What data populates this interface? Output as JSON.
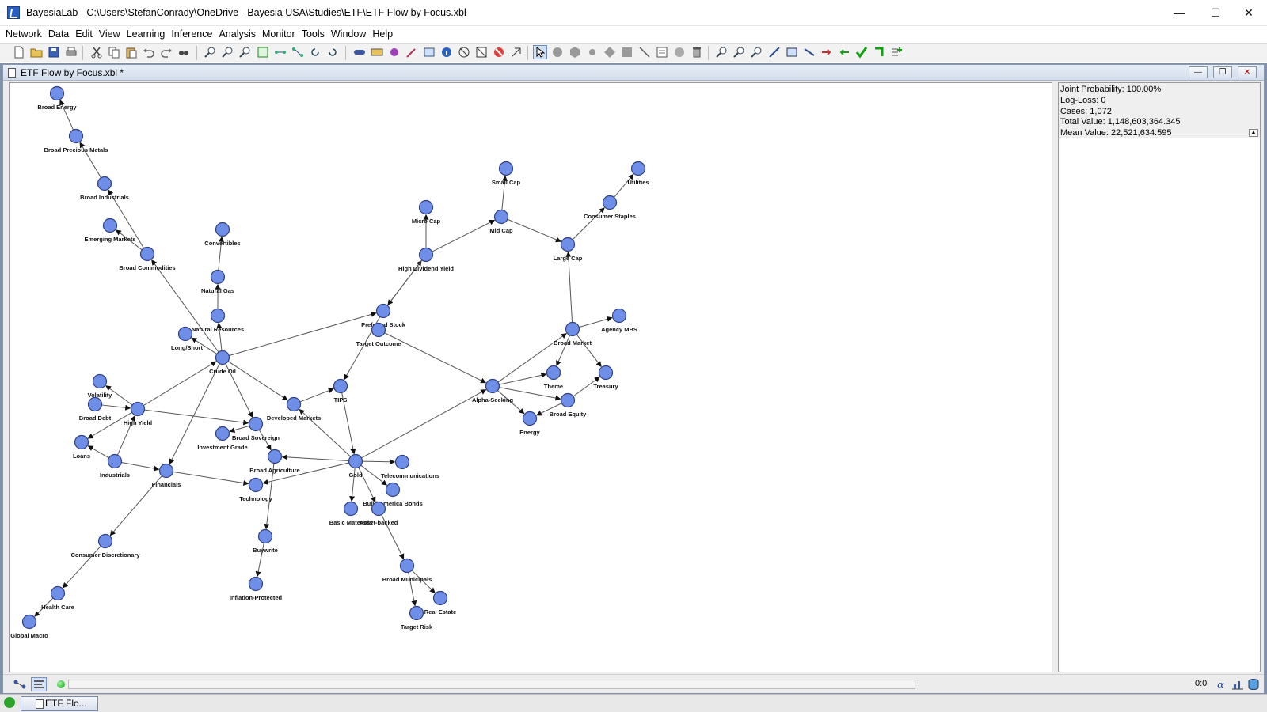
{
  "window": {
    "title": "BayesiaLab - C:\\Users\\StefanConrady\\OneDrive - Bayesia USA\\Studies\\ETF\\ETF Flow by Focus.xbl",
    "minimize": "—",
    "maximize": "☐",
    "close": "✕"
  },
  "menu": [
    "Network",
    "Data",
    "Edit",
    "View",
    "Learning",
    "Inference",
    "Analysis",
    "Monitor",
    "Tools",
    "Window",
    "Help"
  ],
  "document": {
    "title": "ETF Flow by Focus.xbl *"
  },
  "info": {
    "joint_probability": "Joint Probability: 100.00%",
    "log_loss": "Log-Loss: 0",
    "cases": "Cases: 1,072",
    "total_value": "Total Value: 1,148,603,364.345",
    "mean_value": "Mean Value: 22,521,634.595"
  },
  "status": {
    "zoom": "0:0"
  },
  "taskbar": {
    "item": "ETF Flo..."
  },
  "colors": {
    "node_fill": "#6f8ee8",
    "node_stroke": "#2d3f80",
    "edge": "#555555",
    "mdi_background": "#7f8fa8"
  },
  "graph": {
    "nodes": [
      {
        "id": "broad-energy",
        "label": "Broad Energy"
      },
      {
        "id": "broad-precious-metals",
        "label": "Broad Precious Metals"
      },
      {
        "id": "broad-industrials",
        "label": "Broad Industrials"
      },
      {
        "id": "emerging-markets",
        "label": "Emerging Markets"
      },
      {
        "id": "broad-commodities",
        "label": "Broad Commodities"
      },
      {
        "id": "convertibles",
        "label": "Convertibles"
      },
      {
        "id": "natural-gas",
        "label": "Natural Gas"
      },
      {
        "id": "natural-resources",
        "label": "Natural Resources"
      },
      {
        "id": "long-short",
        "label": "Long/Short"
      },
      {
        "id": "crude-oil",
        "label": "Crude Oil"
      },
      {
        "id": "volatility",
        "label": "Volatility"
      },
      {
        "id": "broad-debt",
        "label": "Broad Debt"
      },
      {
        "id": "high-yield",
        "label": "High Yield"
      },
      {
        "id": "loans",
        "label": "Loans"
      },
      {
        "id": "industrials",
        "label": "Industrials"
      },
      {
        "id": "financials",
        "label": "Financials"
      },
      {
        "id": "developed-markets",
        "label": "Developed Markets"
      },
      {
        "id": "broad-sovereign",
        "label": "Broad Sovereign"
      },
      {
        "id": "investment-grade",
        "label": "Investment Grade"
      },
      {
        "id": "broad-agriculture",
        "label": "Broad Agriculture"
      },
      {
        "id": "technology",
        "label": "Technology"
      },
      {
        "id": "buywrite",
        "label": "Buywrite"
      },
      {
        "id": "inflation-protected",
        "label": "Inflation-Protected"
      },
      {
        "id": "consumer-discretionary",
        "label": "Consumer Discretionary"
      },
      {
        "id": "health-care",
        "label": "Health Care"
      },
      {
        "id": "global-macro",
        "label": "Global Macro"
      },
      {
        "id": "tips",
        "label": "TIPS"
      },
      {
        "id": "preferred-stock",
        "label": "Preferred Stock"
      },
      {
        "id": "target-outcome",
        "label": "Target Outcome"
      },
      {
        "id": "high-dividend-yield",
        "label": "High Dividend Yield"
      },
      {
        "id": "micro-cap",
        "label": "Micro Cap"
      },
      {
        "id": "small-cap",
        "label": "Small Cap"
      },
      {
        "id": "mid-cap",
        "label": "Mid Cap"
      },
      {
        "id": "large-cap",
        "label": "Large Cap"
      },
      {
        "id": "consumer-staples",
        "label": "Consumer Staples"
      },
      {
        "id": "utilities",
        "label": "Utilities"
      },
      {
        "id": "gold",
        "label": "Gold"
      },
      {
        "id": "telecommunications",
        "label": "Telecommunications"
      },
      {
        "id": "build-america-bonds",
        "label": "Build America Bonds"
      },
      {
        "id": "basic-materials",
        "label": "Basic Materials"
      },
      {
        "id": "asset-backed",
        "label": "Asset-backed"
      },
      {
        "id": "broad-municipals",
        "label": "Broad Municipals"
      },
      {
        "id": "real-estate",
        "label": "Real Estate"
      },
      {
        "id": "target-risk",
        "label": "Target Risk"
      },
      {
        "id": "alpha-seeking",
        "label": "Alpha-Seeking"
      },
      {
        "id": "theme",
        "label": "Theme"
      },
      {
        "id": "broad-market",
        "label": "Broad Market"
      },
      {
        "id": "agency-mbs",
        "label": "Agency MBS"
      },
      {
        "id": "treasury",
        "label": "Treasury"
      },
      {
        "id": "broad-equity",
        "label": "Broad Equity"
      },
      {
        "id": "energy",
        "label": "Energy"
      }
    ],
    "edges": [
      [
        "broad-precious-metals",
        "broad-energy"
      ],
      [
        "broad-industrials",
        "broad-precious-metals"
      ],
      [
        "broad-commodities",
        "broad-industrials"
      ],
      [
        "broad-commodities",
        "emerging-markets"
      ],
      [
        "crude-oil",
        "broad-commodities"
      ],
      [
        "natural-gas",
        "convertibles"
      ],
      [
        "natural-resources",
        "natural-gas"
      ],
      [
        "crude-oil",
        "natural-resources"
      ],
      [
        "crude-oil",
        "long-short"
      ],
      [
        "crude-oil",
        "preferred-stock"
      ],
      [
        "crude-oil",
        "developed-markets"
      ],
      [
        "crude-oil",
        "broad-sovereign"
      ],
      [
        "crude-oil",
        "financials"
      ],
      [
        "high-yield",
        "crude-oil"
      ],
      [
        "high-yield",
        "volatility"
      ],
      [
        "broad-debt",
        "high-yield"
      ],
      [
        "high-yield",
        "loans"
      ],
      [
        "high-yield",
        "broad-sovereign"
      ],
      [
        "industrials",
        "high-yield"
      ],
      [
        "industrials",
        "loans"
      ],
      [
        "industrials",
        "financials"
      ],
      [
        "financials",
        "technology"
      ],
      [
        "financials",
        "consumer-discretionary"
      ],
      [
        "consumer-discretionary",
        "health-care"
      ],
      [
        "health-care",
        "global-macro"
      ],
      [
        "developed-markets",
        "tips"
      ],
      [
        "broad-sovereign",
        "investment-grade"
      ],
      [
        "broad-sovereign",
        "broad-agriculture"
      ],
      [
        "broad-agriculture",
        "buywrite"
      ],
      [
        "buywrite",
        "inflation-protected"
      ],
      [
        "gold",
        "broad-agriculture"
      ],
      [
        "gold",
        "technology"
      ],
      [
        "gold",
        "developed-markets"
      ],
      [
        "gold",
        "telecommunications"
      ],
      [
        "gold",
        "build-america-bonds"
      ],
      [
        "gold",
        "basic-materials"
      ],
      [
        "gold",
        "asset-backed"
      ],
      [
        "gold",
        "alpha-seeking"
      ],
      [
        "tips",
        "gold"
      ],
      [
        "preferred-stock",
        "tips"
      ],
      [
        "preferred-stock",
        "high-dividend-yield"
      ],
      [
        "high-dividend-yield",
        "preferred-stock"
      ],
      [
        "high-dividend-yield",
        "micro-cap"
      ],
      [
        "high-dividend-yield",
        "mid-cap"
      ],
      [
        "mid-cap",
        "small-cap"
      ],
      [
        "mid-cap",
        "large-cap"
      ],
      [
        "large-cap",
        "consumer-staples"
      ],
      [
        "consumer-staples",
        "utilities"
      ],
      [
        "broad-market",
        "large-cap"
      ],
      [
        "broad-market",
        "agency-mbs"
      ],
      [
        "broad-market",
        "theme"
      ],
      [
        "broad-market",
        "treasury"
      ],
      [
        "target-outcome",
        "alpha-seeking"
      ],
      [
        "alpha-seeking",
        "theme"
      ],
      [
        "alpha-seeking",
        "broad-market"
      ],
      [
        "alpha-seeking",
        "broad-equity"
      ],
      [
        "alpha-seeking",
        "energy"
      ],
      [
        "broad-equity",
        "energy"
      ],
      [
        "broad-equity",
        "treasury"
      ],
      [
        "asset-backed",
        "broad-municipals"
      ],
      [
        "broad-municipals",
        "real-estate"
      ],
      [
        "broad-municipals",
        "target-risk"
      ]
    ]
  }
}
